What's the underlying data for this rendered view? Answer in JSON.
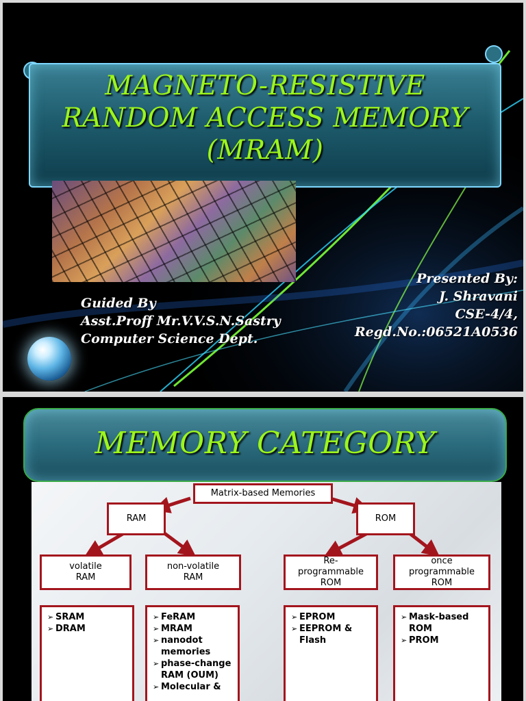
{
  "slide1": {
    "title_lines": [
      "MAGNETO-RESISTIVE",
      "RANDOM ACCESS MEMORY",
      "(MRAM)"
    ],
    "guided_lines": [
      "Guided  By",
      "Asst.Proff Mr.V.V.S.N.Sastry",
      "Computer Science Dept."
    ],
    "presented_lines": [
      "Presented By:",
      "J. Shravani",
      "CSE-4/4,",
      "Regd.No.:06521A0536"
    ]
  },
  "slide2": {
    "title": "MEMORY CATEGORY",
    "diagram": {
      "root": "Matrix-based Memories",
      "ram": "RAM",
      "rom": "ROM",
      "volatile_ram": [
        "volatile",
        "RAM"
      ],
      "non_volatile_ram": [
        "non-volatile",
        "RAM"
      ],
      "re_programmable_rom": [
        "Re-",
        "programmable",
        "ROM"
      ],
      "once_programmable_rom": [
        "once",
        "programmable",
        "ROM"
      ],
      "volatile_list": [
        "SRAM",
        "DRAM"
      ],
      "non_volatile_list": [
        "FeRAM",
        "MRAM",
        "nanodot memories",
        "phase-change RAM (OUM)",
        "Molecular &"
      ],
      "reprog_list": [
        "EPROM",
        "EEPROM & Flash"
      ],
      "once_list": [
        "Mask-based ROM",
        "PROM"
      ]
    }
  },
  "colors": {
    "title_green": "#9cf51b",
    "box_red": "#a3151d",
    "scroll_blue": "#2b6f83"
  }
}
